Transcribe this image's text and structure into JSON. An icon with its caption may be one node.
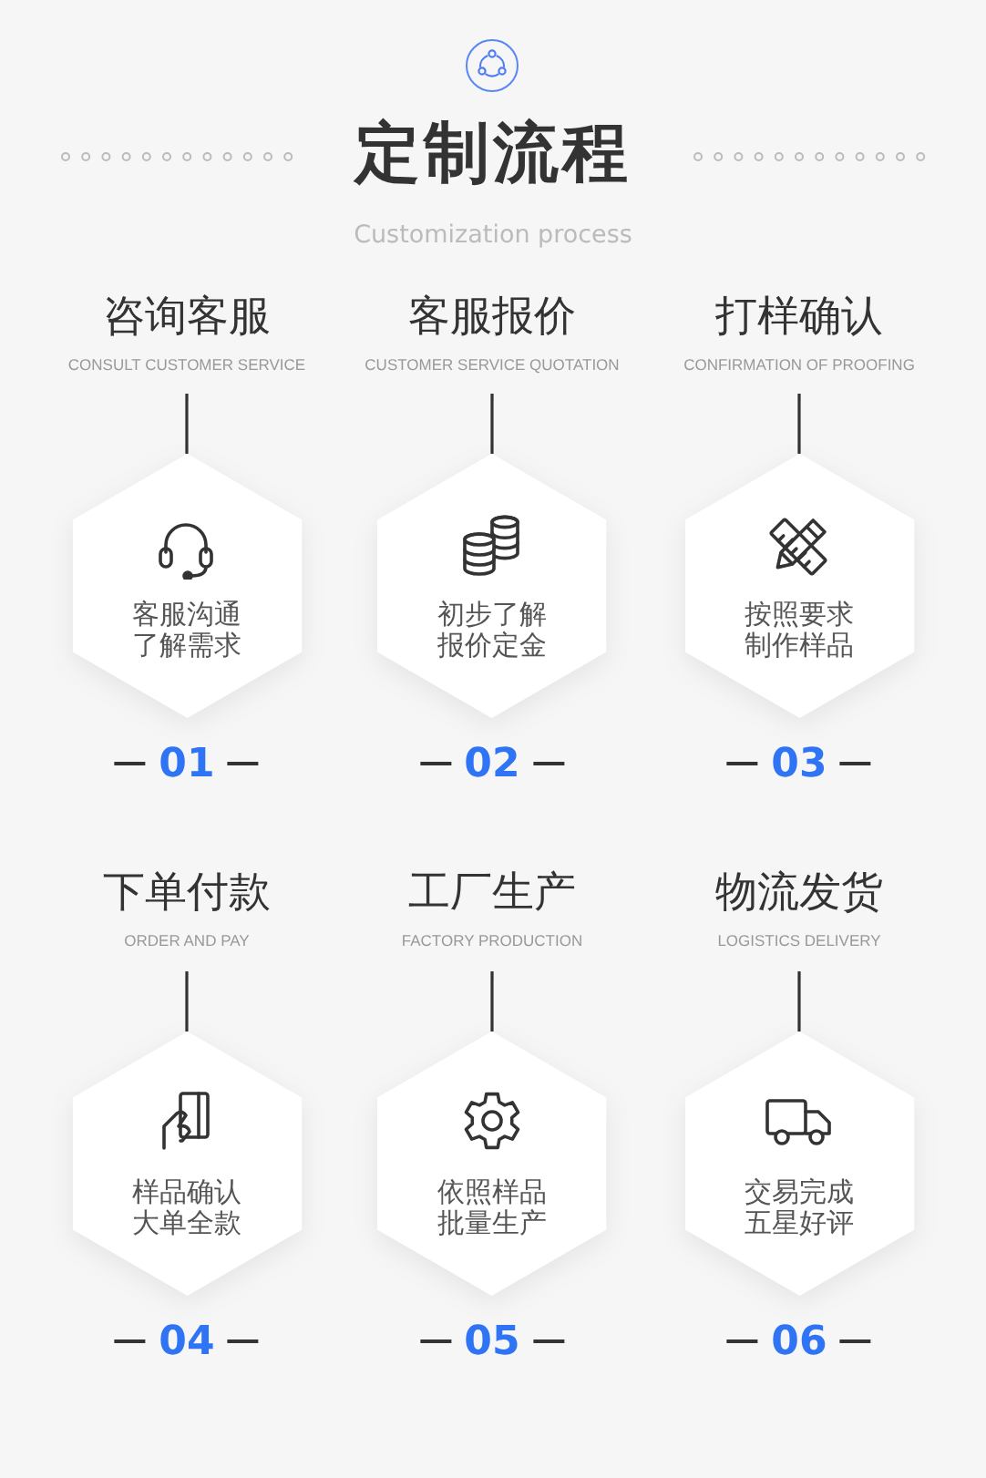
{
  "diagram": {
    "title": "定制流程",
    "nodes": [
      {
        "text": [
          "咨询客服",
          "CONSULT CUSTOMER SERVICE"
        ]
      },
      {
        "text": [
          "客服报价",
          "CUSTOMER SERVICE QUOTATION"
        ]
      },
      {
        "text": [
          "打样确认",
          "CONFIRMATION OF PROOFING"
        ]
      },
      {
        "text": [
          "客服沟通了解需求"
        ],
        "beside": [
          "01"
        ]
      },
      {
        "text": [
          "初步了解报价定金"
        ],
        "beside": [
          "02"
        ]
      },
      {
        "text": [
          "按照要求制作样品"
        ],
        "beside": [
          "03"
        ]
      },
      {
        "text": [
          "下单付款",
          "ORDER AND PAY"
        ]
      },
      {
        "text": [
          "工厂生产",
          "FACTORY PRODUCTION"
        ]
      },
      {
        "text": [
          "物流发货",
          "LOGISTICS DELIVERY"
        ]
      },
      {
        "text": [
          "样品确认大单全款"
        ],
        "beside": [
          "04"
        ]
      },
      {
        "text": [
          "依照样品批量生产"
        ],
        "beside": [
          "05"
        ]
      },
      {
        "text": [
          "交易完成五星好评"
        ],
        "beside": [
          "06"
        ]
      }
    ],
    "edges": [
      {
        "from": 0,
        "to": 3,
        "arrow": "none"
      },
      {
        "from": 1,
        "to": 4,
        "arrow": "none"
      },
      {
        "from": 2,
        "to": 5,
        "arrow": "none"
      },
      {
        "from": 6,
        "to": 9,
        "arrow": "none"
      },
      {
        "from": 7,
        "to": 10,
        "arrow": "none"
      },
      {
        "from": 8,
        "to": 11,
        "arrow": "none"
      }
    ],
    "labels": [
      "Customization process"
    ]
  }
}
